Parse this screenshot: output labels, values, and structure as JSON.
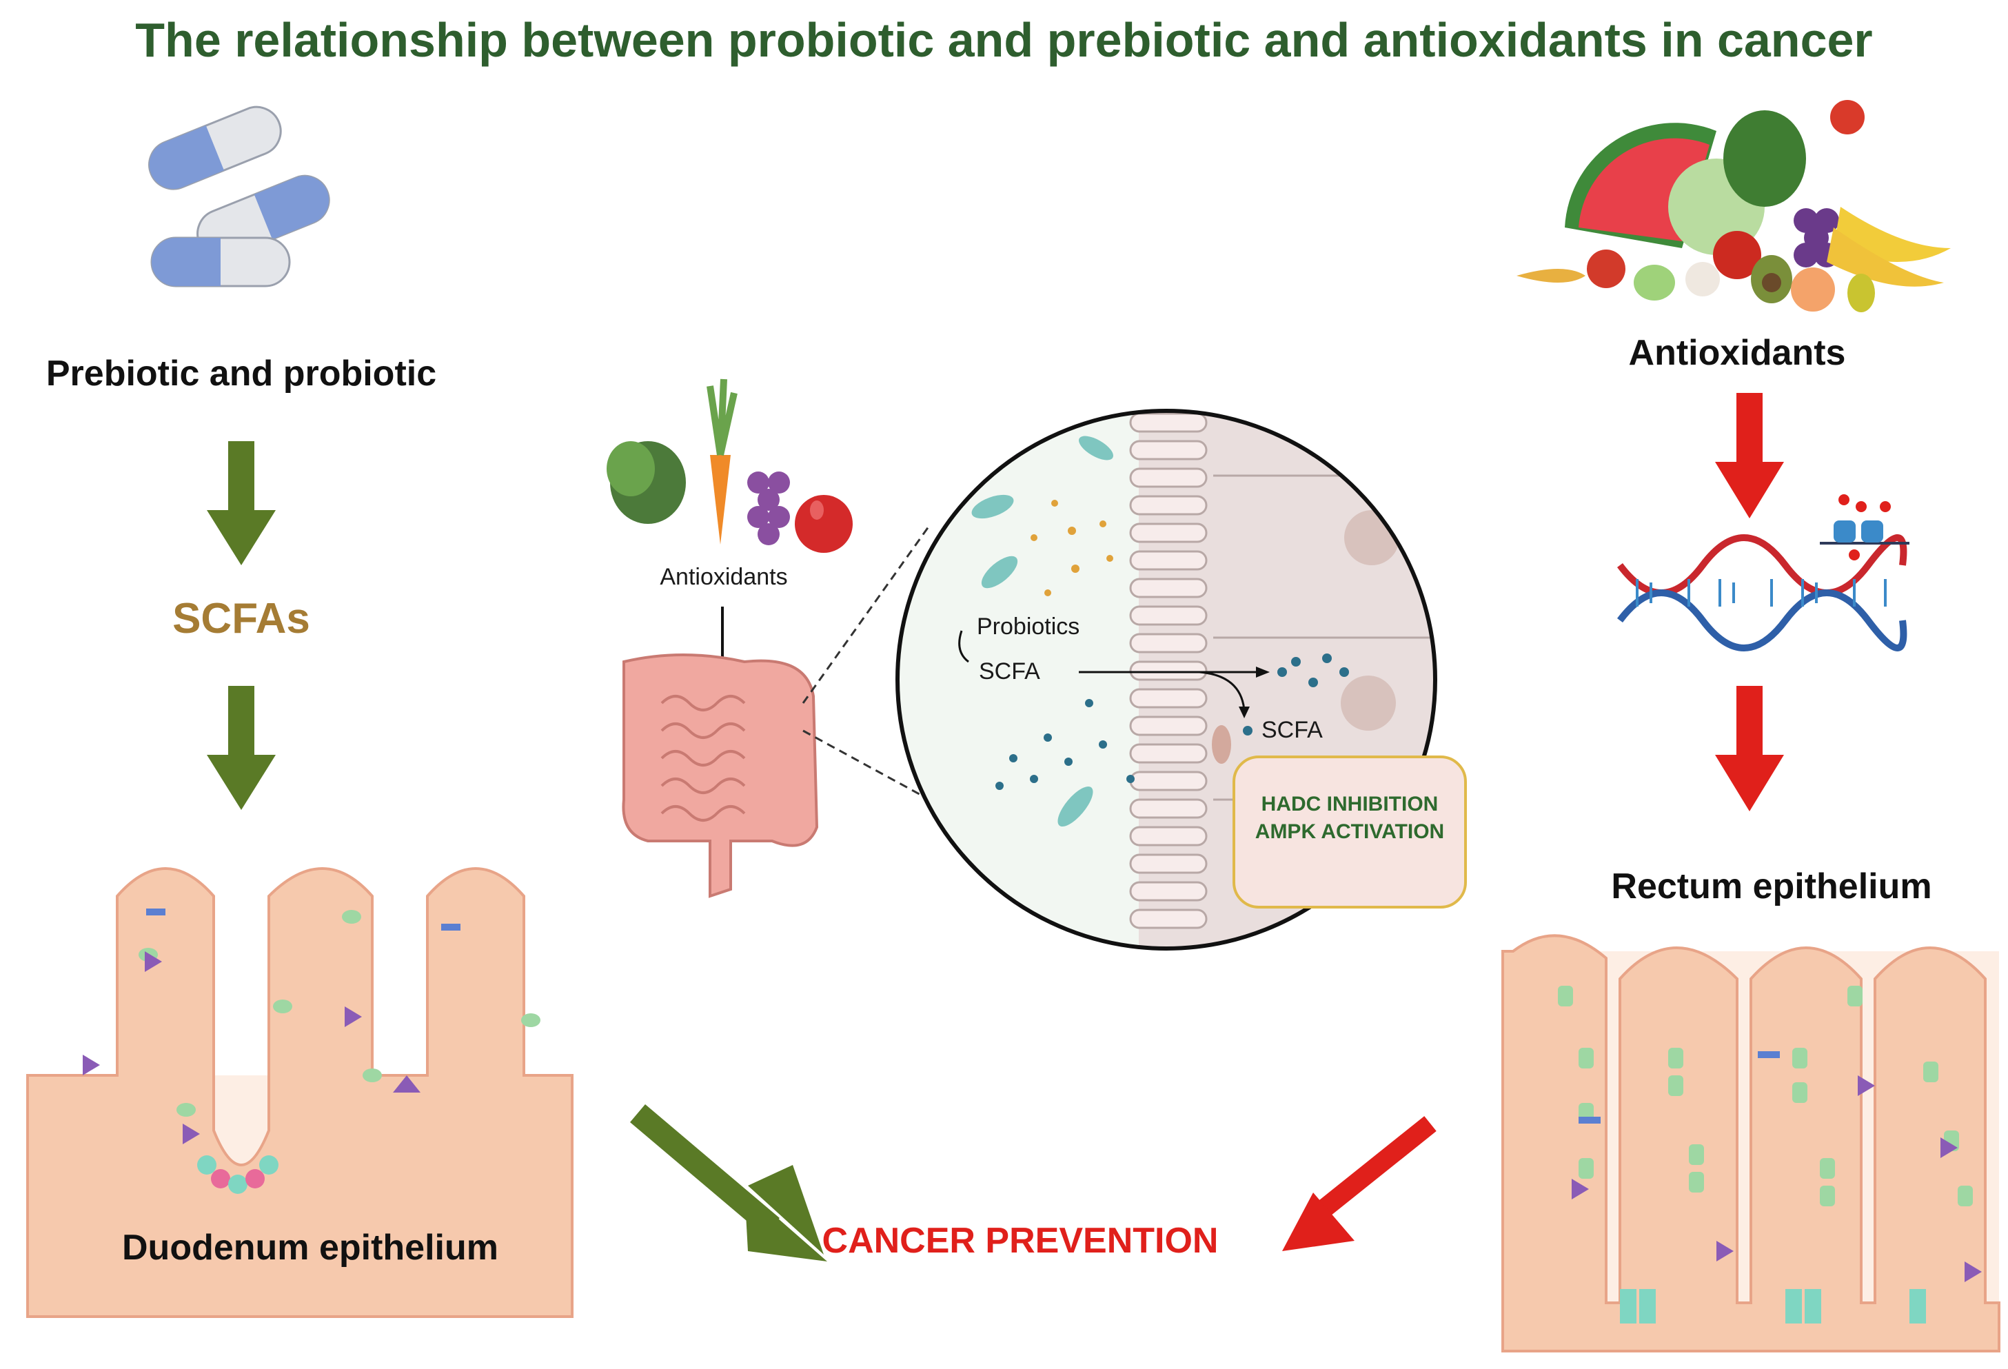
{
  "title": "The relationship between probiotic and prebiotic and antioxidants in cancer",
  "left": {
    "heading": "Prebiotic and probiotic",
    "scfas": "SCFAs",
    "tissue_label": "Duodenum epithelium"
  },
  "center": {
    "antioxidants_label": "Antioxidants",
    "probiotics_label": "Probiotics",
    "scfa_label": "SCFA",
    "scfa_label_2": "SCFA",
    "mechanism_line1": "HADC INHIBITION",
    "mechanism_line2": "AMPK ACTIVATION"
  },
  "right": {
    "heading": "Antioxidants",
    "tissue_label": "Rectum epithelium"
  },
  "outcome": "CANCER PREVENTION",
  "colors": {
    "title": "#2e5e2e",
    "green_arrow": "#5a7a26",
    "red_arrow": "#e0201b",
    "scfa_text": "#a57c34",
    "mechanism_text": "#2e6a2e",
    "outcome_text": "#e0201b"
  }
}
